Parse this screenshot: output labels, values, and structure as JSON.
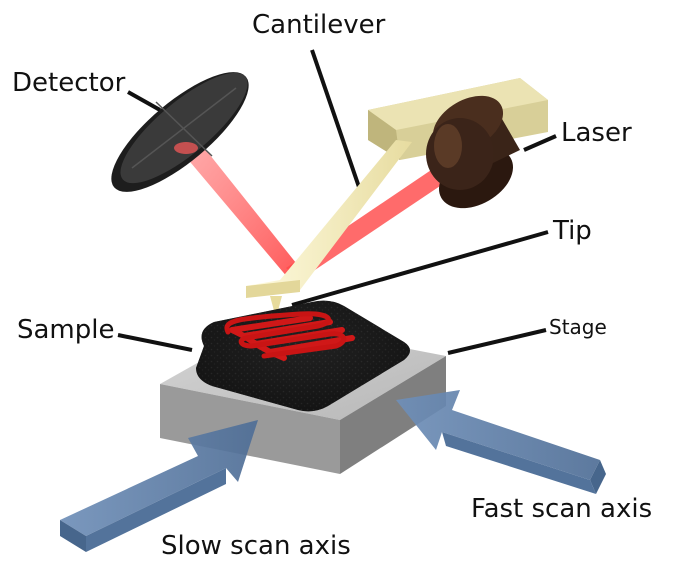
{
  "labels": {
    "cantilever": "Cantilever",
    "detector": "Detector",
    "laser": "Laser",
    "tip": "Tip",
    "sample": "Sample",
    "stage": "Stage",
    "fast_scan_axis": "Fast scan axis",
    "slow_scan_axis": "Slow scan axis"
  },
  "colors": {
    "laser_beam": "#ff4d4d",
    "sample_pattern": "#d01818",
    "sample_body": "#151515",
    "stage_top": "#c9c9c9",
    "stage_side": "#8e8e8e",
    "arrow": "#5f7fa6",
    "cantilever": "#f3eab0",
    "laser_mount": "#d8cf98",
    "laser_head": "#3a2418",
    "detector": "#2b2b2b"
  }
}
